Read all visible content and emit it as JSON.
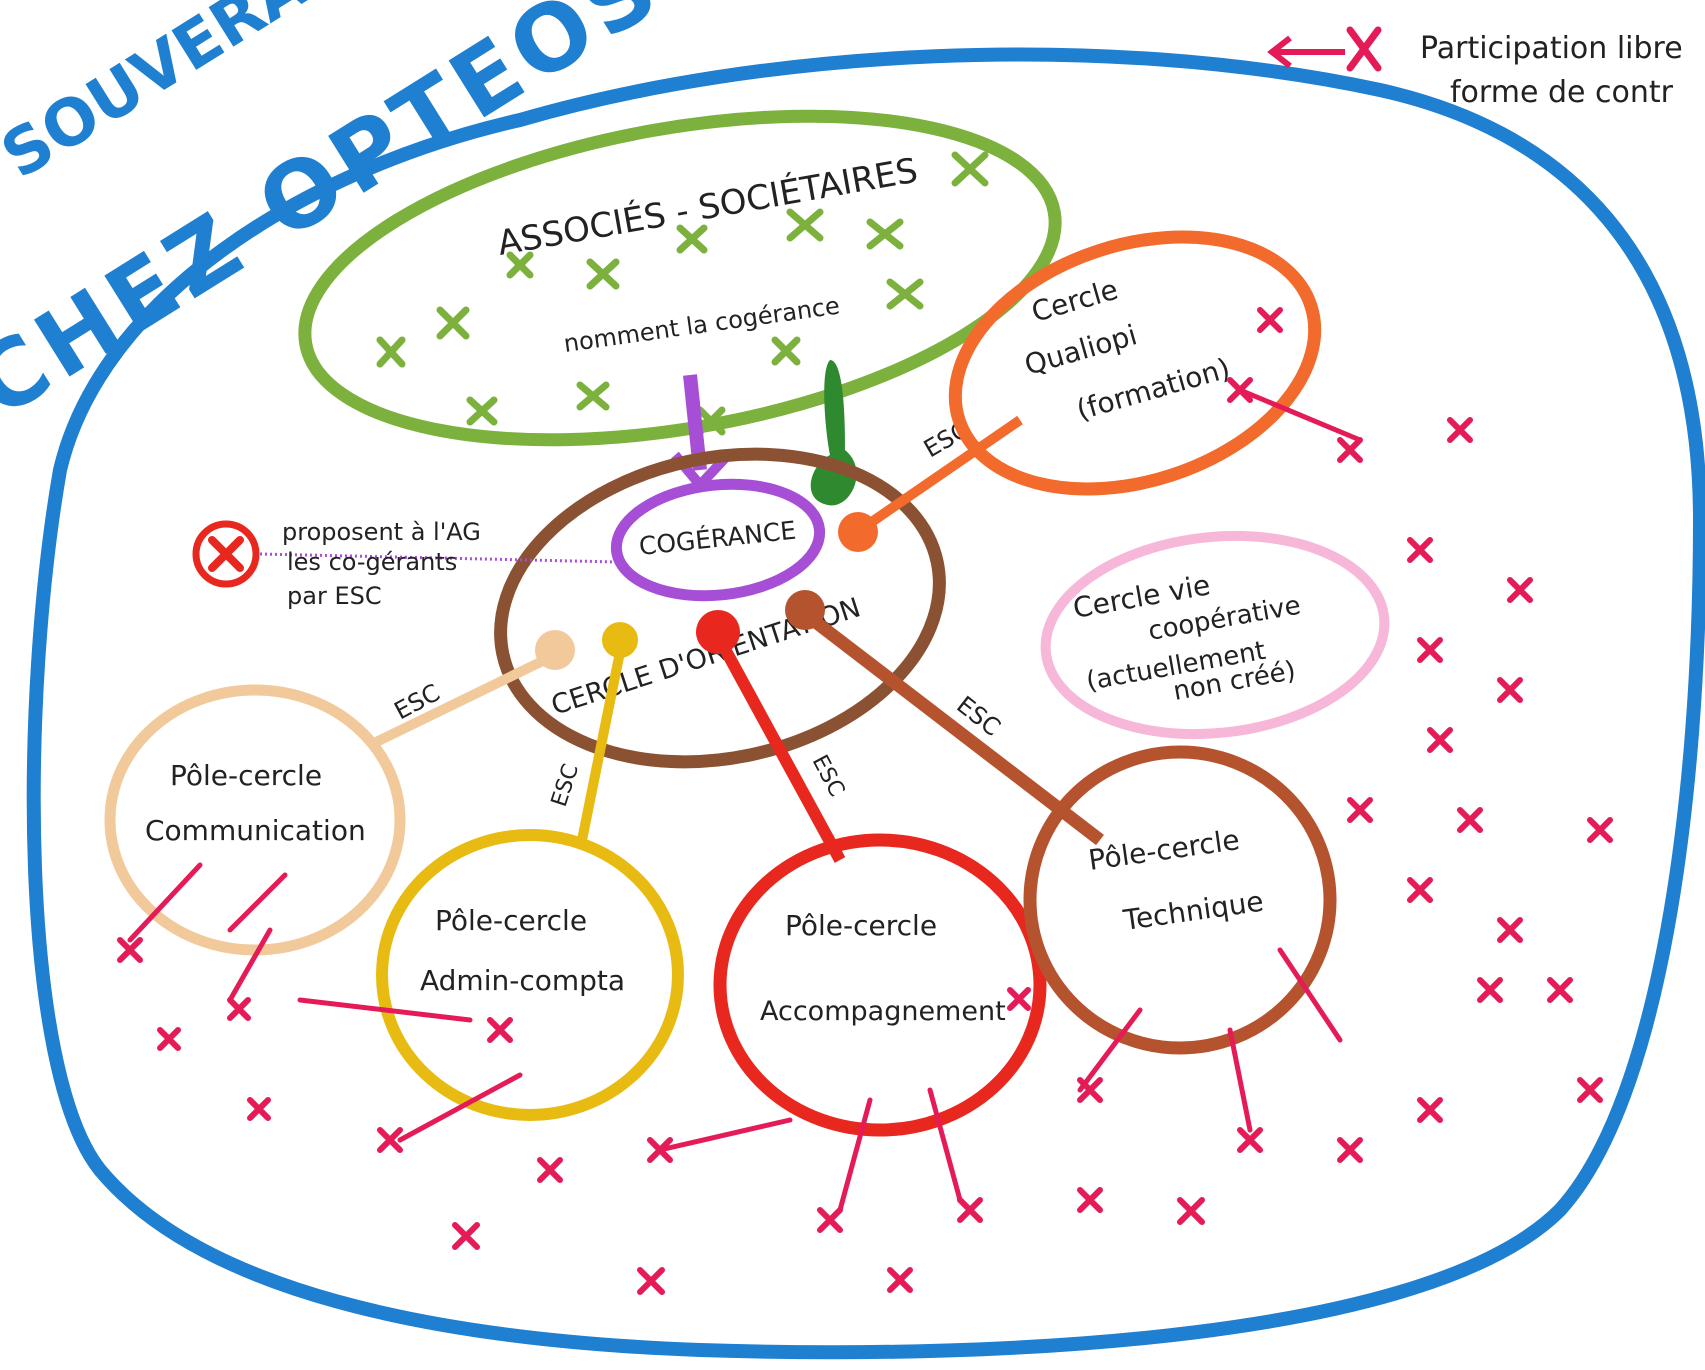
{
  "title": {
    "line1": "SOUVERAINS",
    "line2": "CHEZ OPTEOS"
  },
  "legend": {
    "line1": "Participation libre",
    "line2": "forme de contr"
  },
  "nodes": {
    "associes": {
      "label": "ASSOCIÉS - SOCIÉTAIRES",
      "sublabel": "nomment la cogérance"
    },
    "cogerance": {
      "label": "COGÉRANCE"
    },
    "orientation": {
      "label": "CERCLE D'ORIENTATION"
    },
    "qualiopi": {
      "line1": "Cercle",
      "line2": "Qualiopi",
      "line3": "(formation)"
    },
    "vie": {
      "line1": "Cercle vie",
      "line2": "coopérative",
      "line3": "(actuellement",
      "line4": "non créé)"
    },
    "communication": {
      "line1": "Pôle-cercle",
      "line2": "Communication"
    },
    "admin": {
      "line1": "Pôle-cercle",
      "line2": "Admin-compta"
    },
    "accompagnement": {
      "line1": "Pôle-cercle",
      "line2": "Accompagnement"
    },
    "technique": {
      "line1": "Pôle-cercle",
      "line2": "Technique"
    }
  },
  "annotation": {
    "line1": "proposent à l'AG",
    "line2": "les co-gérants",
    "line3": "par ESC"
  },
  "links": {
    "esc_qualiopi": "ESC",
    "esc_communication": "ESC",
    "esc_admin": "ESC",
    "esc_accompagnement": "ESC",
    "esc_technique": "ESC"
  },
  "colors": {
    "blue": "#1f7fd0",
    "green": "#7bb13c",
    "dark_green": "#2f8a2f",
    "purple": "#a64fd6",
    "brown": "#8a5232",
    "orange": "#f26a2c",
    "pink": "#f6b7d9",
    "peach": "#f2c99a",
    "yellow": "#e8bb12",
    "red": "#e8281e",
    "rust": "#b5532f",
    "magenta": "#e41b57"
  }
}
